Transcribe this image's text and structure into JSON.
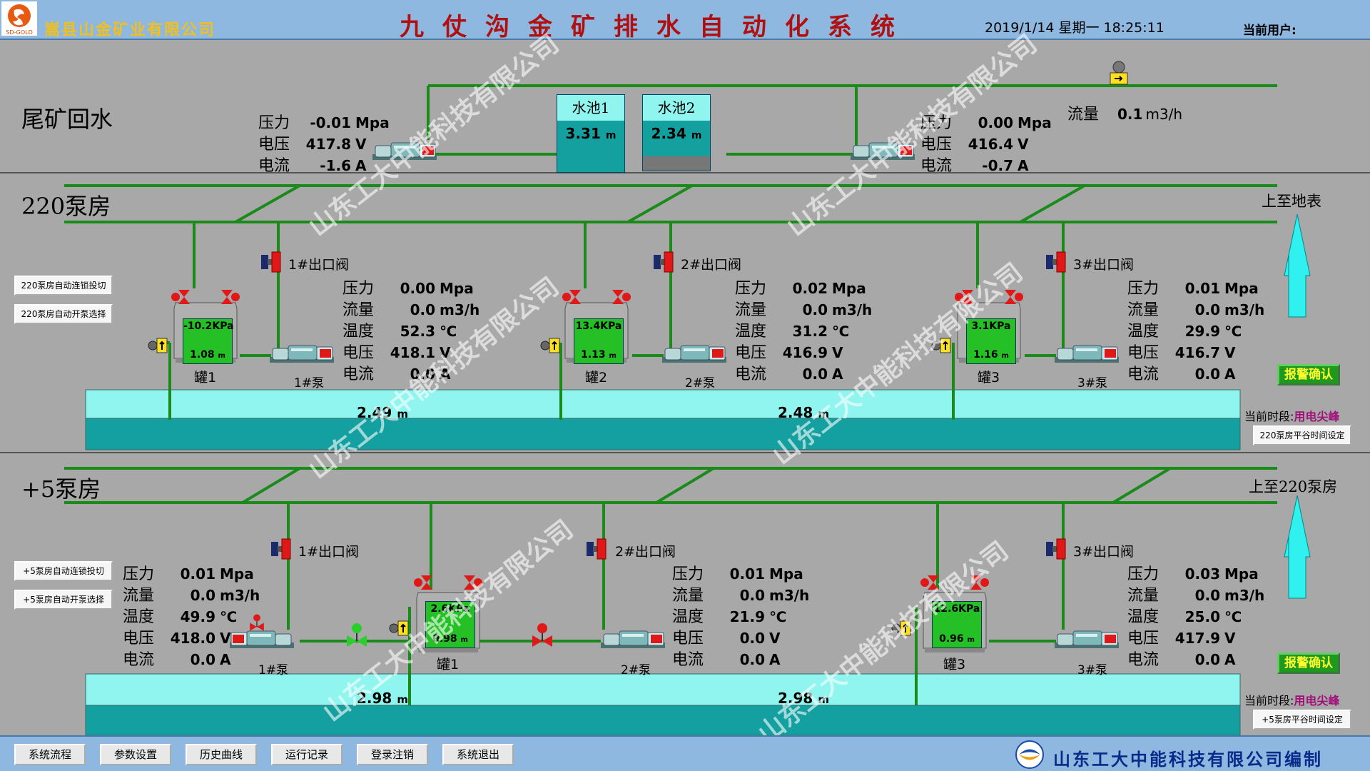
{
  "header": {
    "company": "嵩县山金矿业有限公司",
    "title": "九仗沟金矿排水自动化系统",
    "datetime": "2019/1/14 星期一 18:25:11",
    "user_label": "当前用户:"
  },
  "tailings": {
    "title": "尾矿回水",
    "pump_left": {
      "pressure": "-0.01",
      "voltage": "417.8",
      "current": "-1.6"
    },
    "pump_right": {
      "pressure": "0.00",
      "voltage": "416.4",
      "current": "-0.7"
    },
    "pool1": {
      "name": "水池1",
      "level": "3.31"
    },
    "pool2": {
      "name": "水池2",
      "level": "2.34"
    },
    "flow_label": "流量",
    "flow_value": "0.1",
    "flow_unit": "m3/h"
  },
  "labels": {
    "pressure": "压力",
    "flow": "流量",
    "temperature": "温度",
    "voltage": "电压",
    "current": "电流",
    "unit_mpa": "Mpa",
    "unit_v": "V",
    "unit_a": "A",
    "unit_flow": "m3/h",
    "unit_temp": "℃",
    "unit_m": "m",
    "alarm_confirm": "报警确认",
    "current_period": "当前时段:",
    "peak": "用电尖峰"
  },
  "h220": {
    "title": "220泵房",
    "up_label": "上至地表",
    "btn_interlock": "220泵房自动连锁投切",
    "btn_select": "220泵房自动开泵选择",
    "btn_timeset": "220泵房平谷时间设定",
    "sump_levels": [
      "2.49",
      "2.48"
    ],
    "units": [
      {
        "valve": "1#出口阀",
        "tank": "罐1",
        "pump": "1#泵",
        "tank_kpa": "-10.2KPa",
        "tank_level": "1.08",
        "pressure": "0.00",
        "flow": "0.0",
        "temp": "52.3",
        "voltage": "418.1",
        "current": "0.0"
      },
      {
        "valve": "2#出口阀",
        "tank": "罐2",
        "pump": "2#泵",
        "tank_kpa": "13.4KPa",
        "tank_level": "1.13",
        "pressure": "0.02",
        "flow": "0.0",
        "temp": "31.2",
        "voltage": "416.9",
        "current": "0.0"
      },
      {
        "valve": "3#出口阀",
        "tank": "罐3",
        "pump": "3#泵",
        "tank_kpa": "3.1KPa",
        "tank_level": "1.16",
        "pressure": "0.01",
        "flow": "0.0",
        "temp": "29.9",
        "voltage": "416.7",
        "current": "0.0"
      }
    ]
  },
  "h5": {
    "title": "+5泵房",
    "up_label": "上至220泵房",
    "btn_interlock": "+5泵房自动连锁投切",
    "btn_select": "+5泵房自动开泵选择",
    "btn_timeset": "+5泵房平谷时间设定",
    "sump_levels": [
      "2.98",
      "2.98"
    ],
    "valves": [
      "1#出口阀",
      "2#出口阀",
      "3#出口阀"
    ],
    "pumps": [
      "1#泵",
      "2#泵",
      "3#泵"
    ],
    "tanks": [
      {
        "name": "罐1",
        "kpa": "2.6KPa",
        "level": "0.98"
      },
      {
        "name": "罐3",
        "kpa": "12.6KPa",
        "level": "0.96"
      }
    ],
    "readings": [
      {
        "pressure": "0.01",
        "flow": "0.0",
        "temp": "49.9",
        "voltage": "418.0",
        "current": "0.0"
      },
      {
        "pressure": "0.01",
        "flow": "0.0",
        "temp": "21.9",
        "voltage": "0.0",
        "current": "0.0"
      },
      {
        "pressure": "0.03",
        "flow": "0.0",
        "temp": "25.0",
        "voltage": "417.9",
        "current": "0.0"
      }
    ]
  },
  "footer": {
    "buttons": [
      "系统流程",
      "参数设置",
      "历史曲线",
      "运行记录",
      "登录注销",
      "系统退出"
    ],
    "maker": "山东工大中能科技有限公司编制"
  },
  "watermark": "山东工大中能科技有限公司",
  "colors": {
    "pipe": "#1a8a1a",
    "sump_light": "#8ff5ee",
    "sump_dark": "#14a0a0",
    "arrow": "#30f0f0"
  }
}
